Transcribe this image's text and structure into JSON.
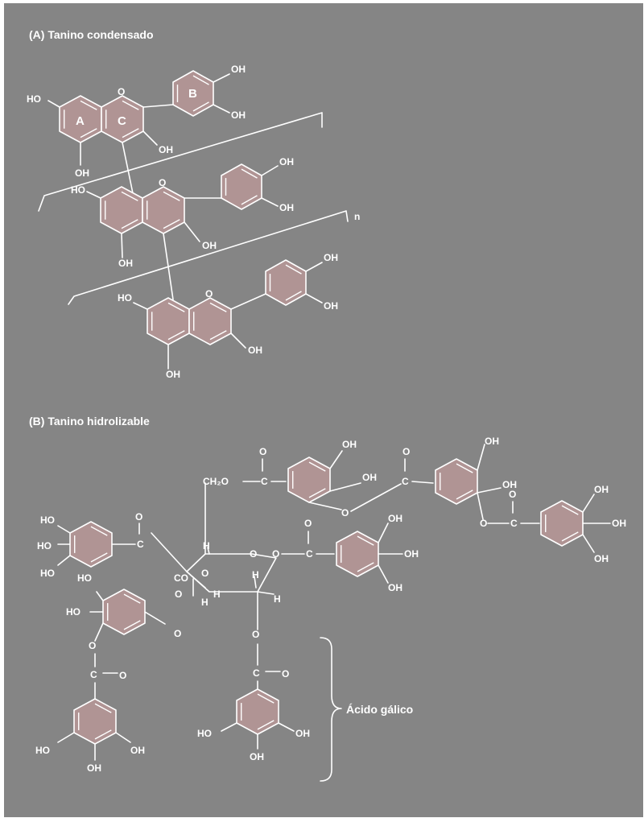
{
  "panel_a": {
    "title": "(A)  Tanino condensado",
    "ring_a": "A",
    "ring_b": "B",
    "ring_c": "C",
    "o": "O",
    "oh": "OH",
    "ho": "HO",
    "n": "n"
  },
  "panel_b": {
    "title": "(B)  Tanino hidrolizable",
    "o": "O",
    "oh": "OH",
    "ho": "HO",
    "h": "H",
    "c": "C",
    "co": "CO",
    "ch2o": "CH₂O",
    "gallic": "Ácido gálico"
  },
  "colors": {
    "background": "#858585",
    "ring_fill": "#b09494",
    "line": "#ffffff"
  }
}
